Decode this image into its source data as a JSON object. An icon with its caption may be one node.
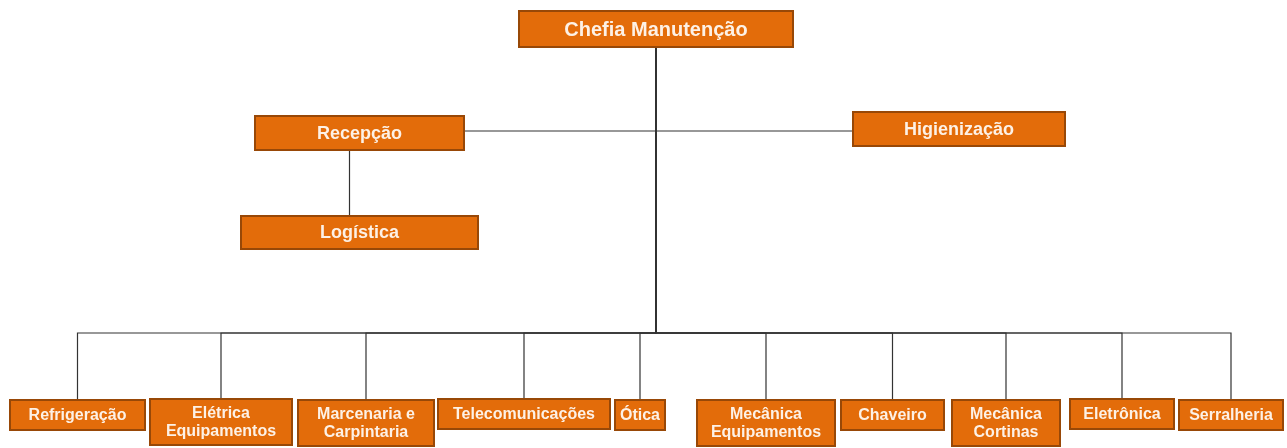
{
  "diagram": {
    "nodes": [
      {
        "text": [
          "Chefia Manutenção"
        ]
      },
      {
        "text": [
          "Recepção"
        ]
      },
      {
        "text": [
          "Higienização"
        ]
      },
      {
        "text": [
          "Logística"
        ]
      },
      {
        "text": [
          "Refrigeração"
        ]
      },
      {
        "text": [
          "Elétrica Equipamentos"
        ]
      },
      {
        "text": [
          "Marcenaria e Carpintaria"
        ]
      },
      {
        "text": [
          "Telecomunicações"
        ]
      },
      {
        "text": [
          "Ótica"
        ]
      },
      {
        "text": [
          "Mecânica Equipamentos"
        ]
      },
      {
        "text": [
          "Chaveiro"
        ]
      },
      {
        "text": [
          "Mecânica Cortinas"
        ]
      },
      {
        "text": [
          "Eletrônica"
        ]
      },
      {
        "text": [
          "Serralheria"
        ]
      }
    ],
    "edges": [
      {
        "from": 0,
        "to": 1,
        "arrow": "none"
      },
      {
        "from": 0,
        "to": 2,
        "arrow": "none"
      },
      {
        "from": 1,
        "to": 3,
        "arrow": "none"
      },
      {
        "from": 0,
        "to": 4,
        "arrow": "none"
      },
      {
        "from": 0,
        "to": 5,
        "arrow": "none"
      },
      {
        "from": 0,
        "to": 6,
        "arrow": "none"
      },
      {
        "from": 0,
        "to": 7,
        "arrow": "none"
      },
      {
        "from": 0,
        "to": 8,
        "arrow": "none"
      },
      {
        "from": 0,
        "to": 9,
        "arrow": "none"
      },
      {
        "from": 0,
        "to": 10,
        "arrow": "none"
      },
      {
        "from": 0,
        "to": 11,
        "arrow": "none"
      },
      {
        "from": 0,
        "to": 12,
        "arrow": "none"
      },
      {
        "from": 0,
        "to": 13,
        "arrow": "none"
      }
    ]
  }
}
